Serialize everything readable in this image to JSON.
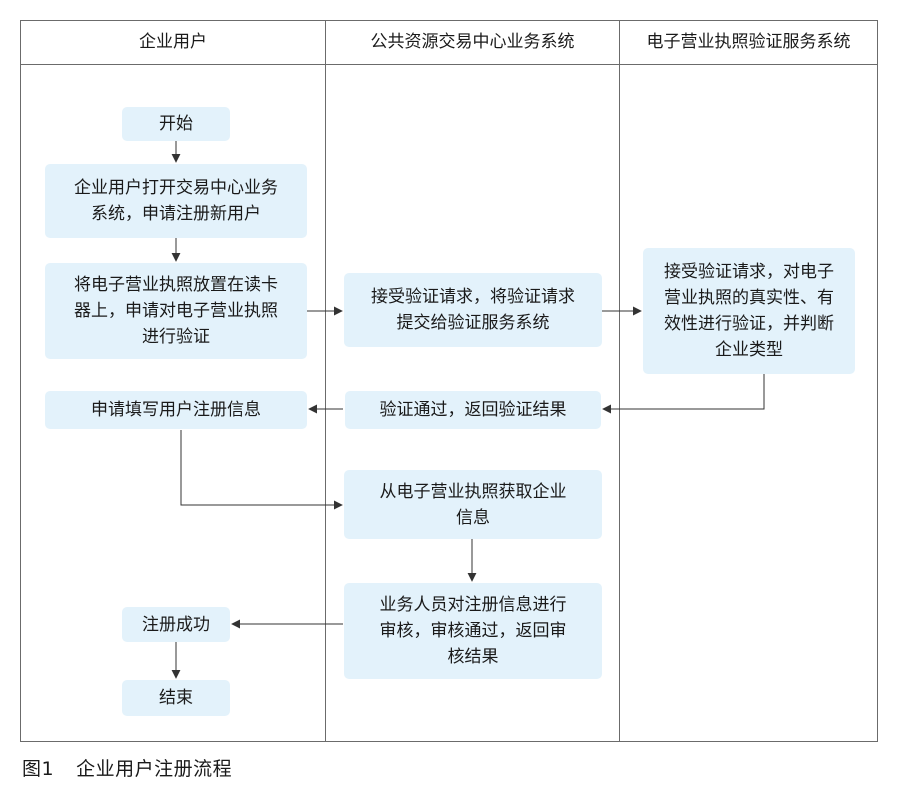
{
  "lanes": [
    "企业用户",
    "公共资源交易中心业务系统",
    "电子营业执照验证服务系统"
  ],
  "nodes": {
    "start": "开始",
    "open_system": "企业用户打开交易中心业务\n系统，申请注册新用户",
    "place_license": "将电子营业执照放置在读卡\n器上，申请对电子营业执照\n进行验证",
    "receive_request": "接受验证请求，将验证请求\n提交给验证服务系统",
    "verify": "接受验证请求，对电子\n营业执照的真实性、有\n效性进行验证，并判断\n企业类型",
    "fill_info": "申请填写用户注册信息",
    "verify_pass": "验证通过，返回验证结果",
    "get_info": "从电子营业执照获取企业\n信息",
    "review": "业务人员对注册信息进行\n审核，审核通过，返回审\n核结果",
    "success": "注册成功",
    "end": "结束"
  },
  "caption": {
    "number": "图1",
    "title": "企业用户注册流程"
  },
  "colors": {
    "node_fill": "#e3f2fb",
    "border": "#6b6b6b",
    "arrow": "#333333"
  }
}
